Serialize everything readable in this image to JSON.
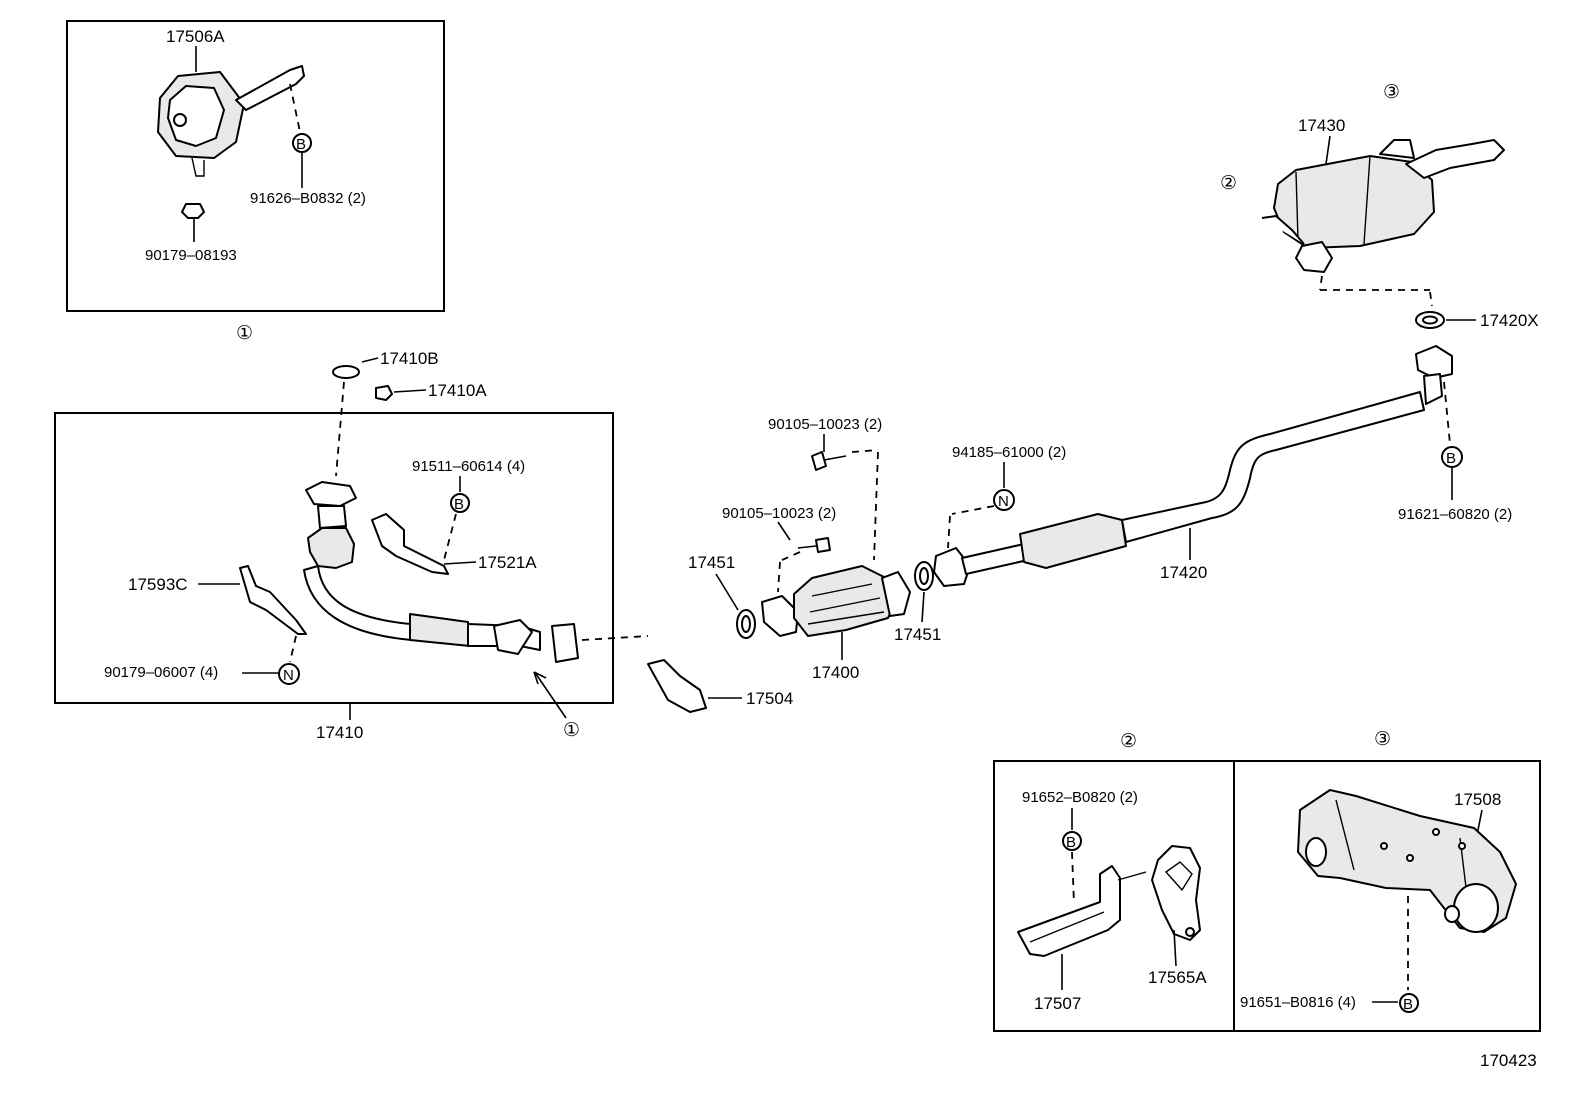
{
  "part_labels": {
    "p17506A": "17506A",
    "p91626B0832": "91626–B0832 (2)",
    "p9017908193": "90179–08193",
    "p17410B": "17410B",
    "p17410A": "17410A",
    "p9151160614": "91511–60614 (4)",
    "p17521A": "17521A",
    "p17593C": "17593C",
    "p9017906007": "90179–06007 (4)",
    "p17410": "17410",
    "p17504": "17504",
    "p9010510023a": "90105–10023 (2)",
    "p9010510023b": "90105–10023 (2)",
    "p17451a": "17451",
    "p17451b": "17451",
    "p17400": "17400",
    "p9418561000": "94185–61000 (2)",
    "p17420": "17420",
    "p17430": "17430",
    "p17420X": "17420X",
    "p9162160820": "91621–60820 (2)",
    "p91652B0820": "91652–B0820 (2)",
    "p17507": "17507",
    "p17565A": "17565A",
    "p17508": "17508",
    "p91651B0816": "91651–B0816 (4)"
  },
  "callouts": {
    "one": "①",
    "two": "②",
    "three": "③"
  },
  "letters": {
    "B": "B",
    "N": "N"
  },
  "figure_number": "170423"
}
